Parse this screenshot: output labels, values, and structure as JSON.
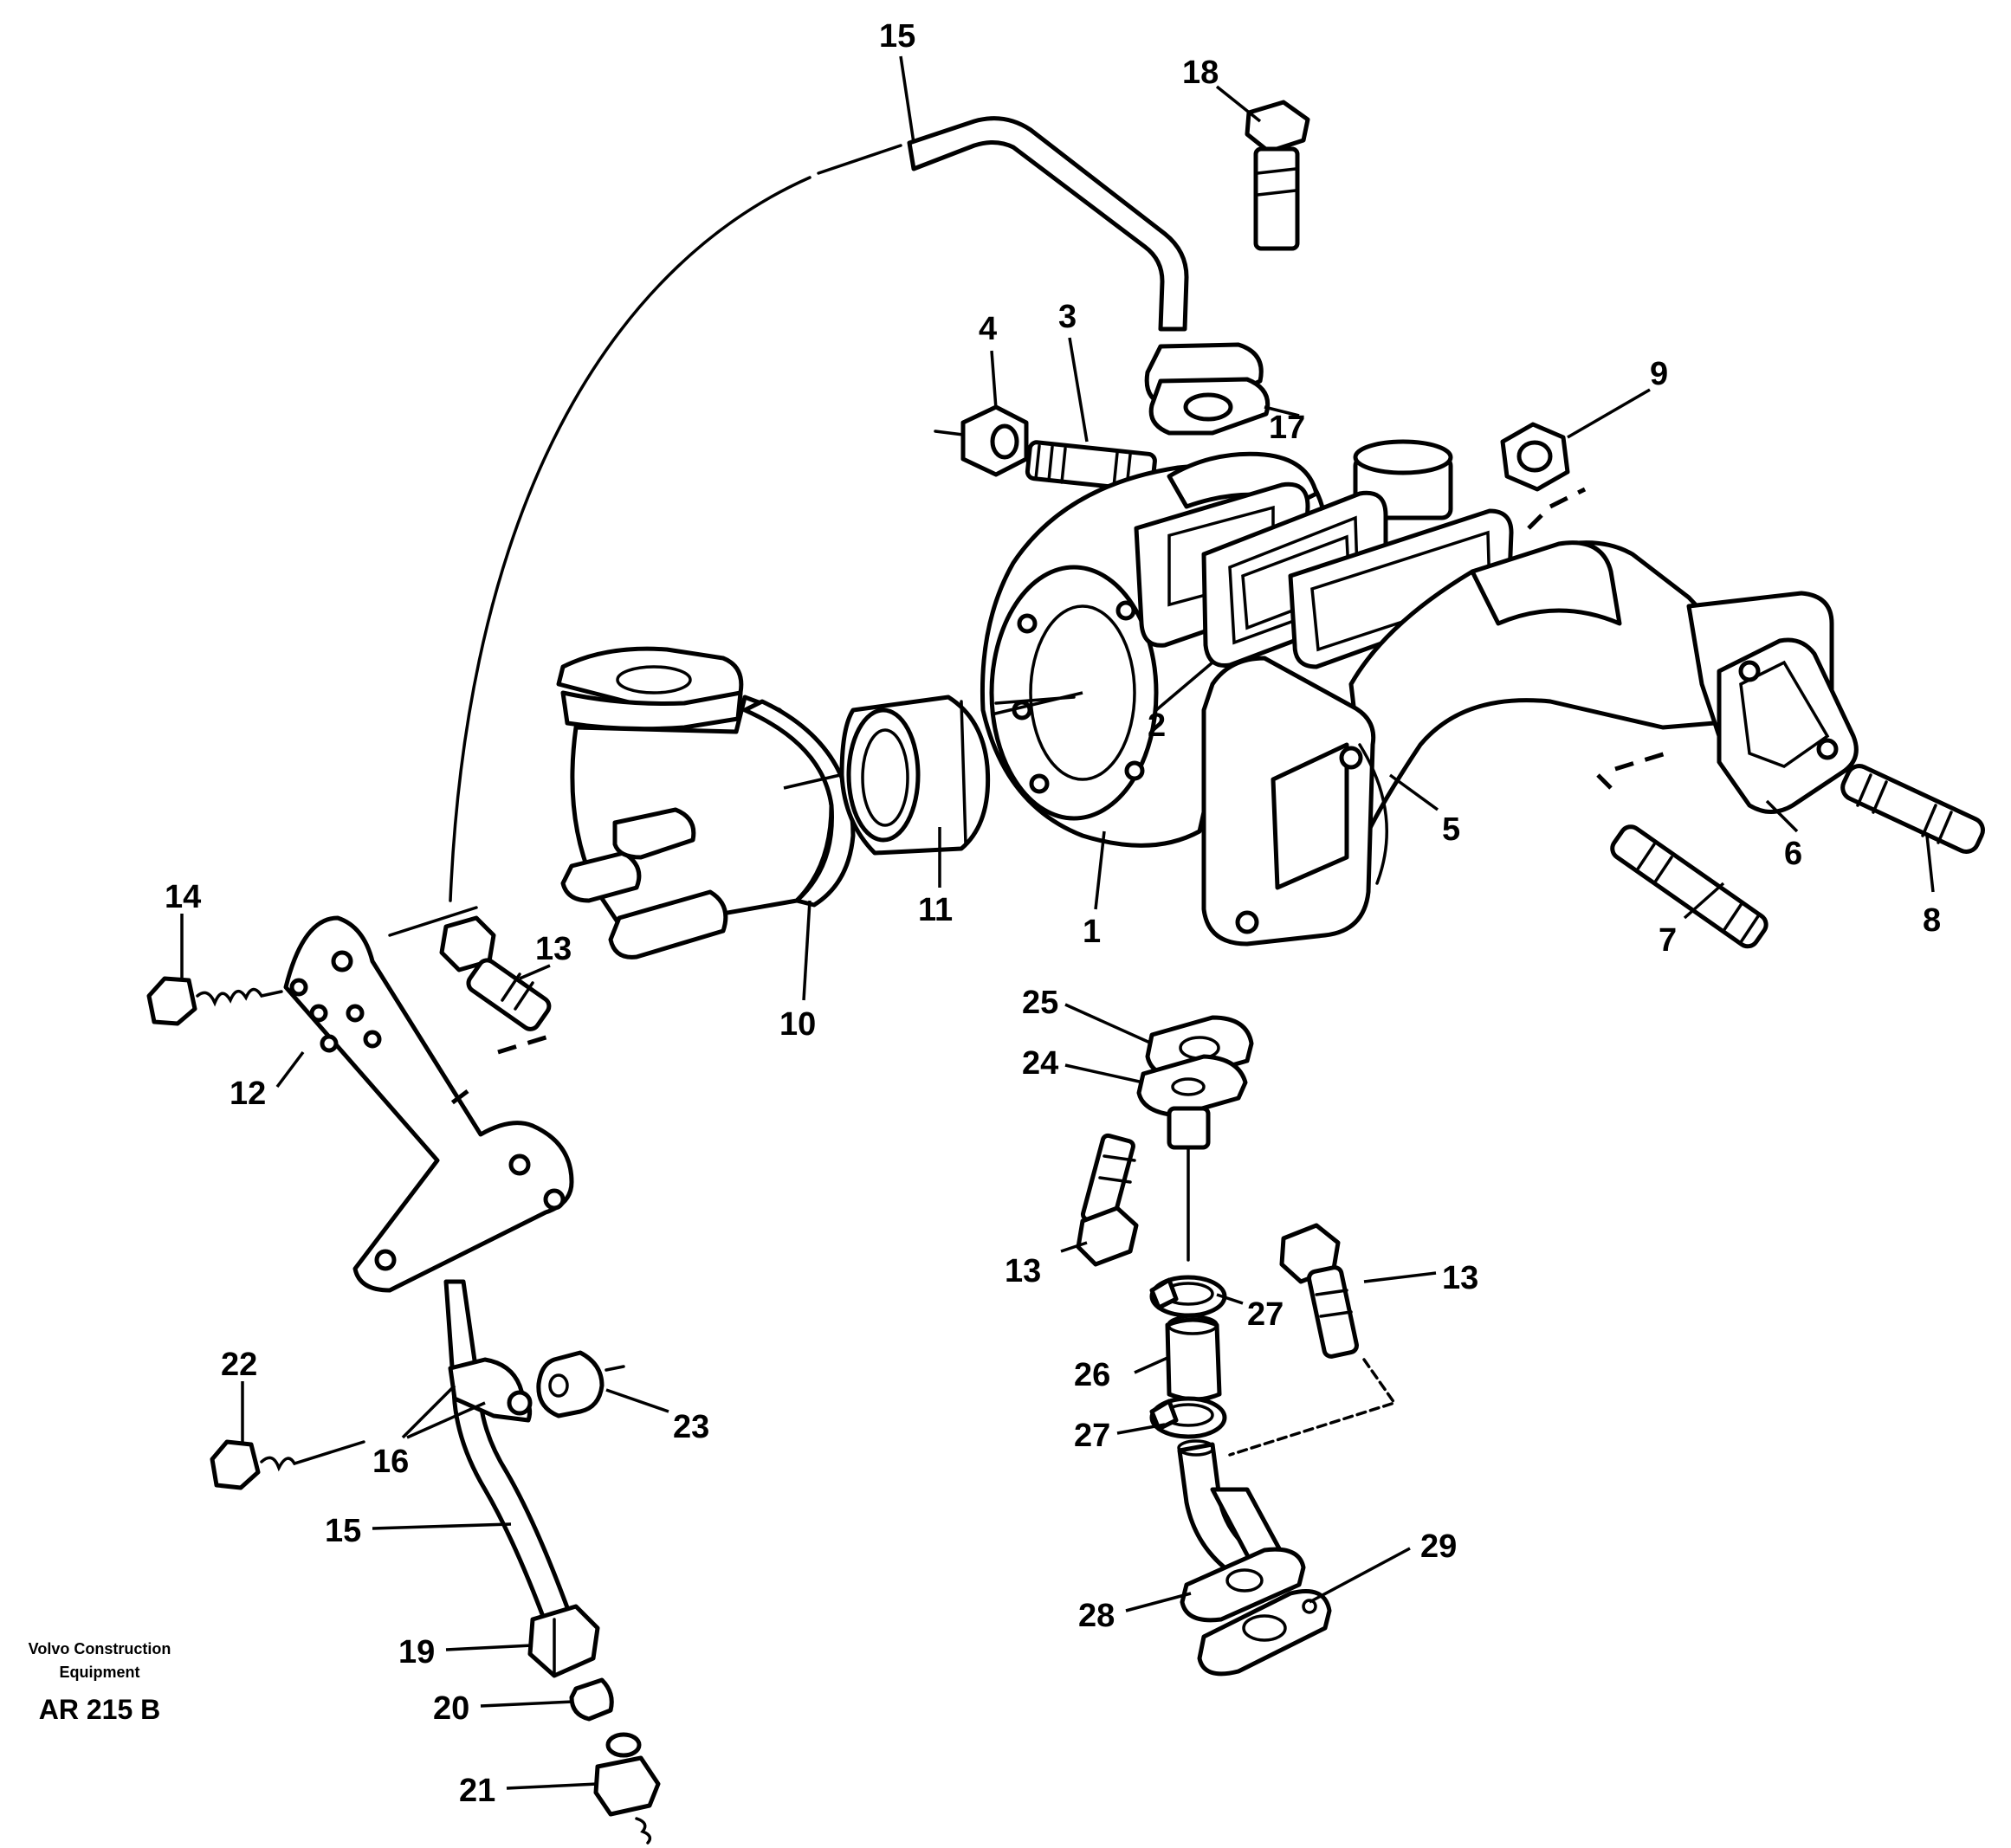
{
  "publisher": {
    "line1": "Volvo Construction",
    "line2": "Equipment",
    "code": "AR 215 B"
  },
  "callouts": [
    {
      "id": "c15a",
      "label": "15"
    },
    {
      "id": "c18",
      "label": "18"
    },
    {
      "id": "c4",
      "label": "4"
    },
    {
      "id": "c3",
      "label": "3"
    },
    {
      "id": "c17",
      "label": "17"
    },
    {
      "id": "c9",
      "label": "9"
    },
    {
      "id": "c2",
      "label": "2"
    },
    {
      "id": "c5",
      "label": "5"
    },
    {
      "id": "c6",
      "label": "6"
    },
    {
      "id": "c7",
      "label": "7"
    },
    {
      "id": "c8",
      "label": "8"
    },
    {
      "id": "c1",
      "label": "1"
    },
    {
      "id": "c11",
      "label": "11"
    },
    {
      "id": "c10",
      "label": "10"
    },
    {
      "id": "c14",
      "label": "14"
    },
    {
      "id": "c13a",
      "label": "13"
    },
    {
      "id": "c12",
      "label": "12"
    },
    {
      "id": "c25",
      "label": "25"
    },
    {
      "id": "c24",
      "label": "24"
    },
    {
      "id": "c13b",
      "label": "13"
    },
    {
      "id": "c13c",
      "label": "13"
    },
    {
      "id": "c27a",
      "label": "27"
    },
    {
      "id": "c26",
      "label": "26"
    },
    {
      "id": "c27b",
      "label": "27"
    },
    {
      "id": "c22",
      "label": "22"
    },
    {
      "id": "c16",
      "label": "16"
    },
    {
      "id": "c23",
      "label": "23"
    },
    {
      "id": "c15b",
      "label": "15"
    },
    {
      "id": "c29",
      "label": "29"
    },
    {
      "id": "c28",
      "label": "28"
    },
    {
      "id": "c19",
      "label": "19"
    },
    {
      "id": "c20",
      "label": "20"
    },
    {
      "id": "c21",
      "label": "21"
    }
  ]
}
